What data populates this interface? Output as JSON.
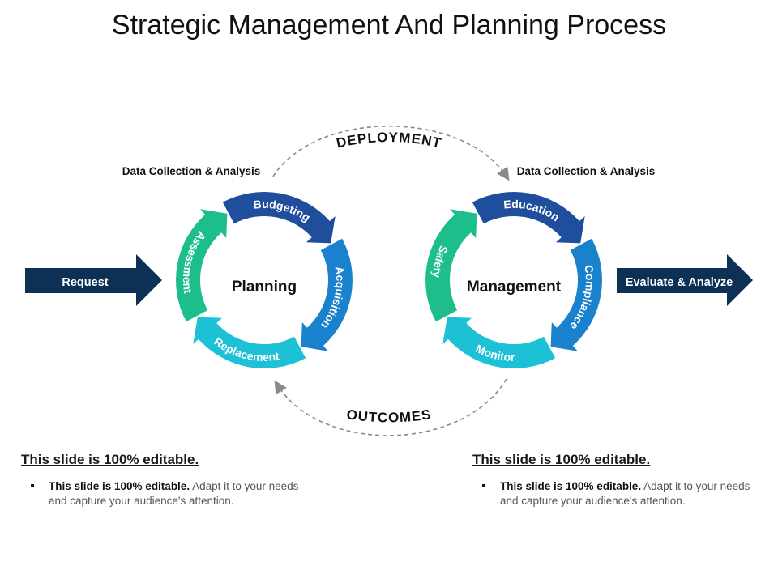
{
  "title": "Strategic Management And Planning Process",
  "input_label": "Request",
  "output_label": "Evaluate & Analyze",
  "top_link": "DEPLOYMENT",
  "bottom_link": "OUTCOMES",
  "left_cycle": {
    "center": "Planning",
    "caption": "Data Collection & Analysis",
    "steps": [
      "Budgeting",
      "Acquisition",
      "Replacement",
      "Assessment"
    ]
  },
  "right_cycle": {
    "center": "Management",
    "caption": "Data Collection & Analysis",
    "steps": [
      "Education",
      "Compliance",
      "Monitor",
      "Safety"
    ]
  },
  "colors": {
    "navy": "#0d3055",
    "dark_blue": "#1e4e9c",
    "blue": "#1a82cc",
    "cyan": "#1cc1d6",
    "green": "#1dbe8c"
  },
  "notes": [
    {
      "heading": "This slide is 100% editable",
      "bold": "This slide is 100% editable.",
      "text": " Adapt it to your needs and capture your audience's attention."
    },
    {
      "heading": "This slide is 100% editable",
      "bold": "This slide is 100% editable.",
      "text": " Adapt it to your needs and capture your audience's attention."
    }
  ]
}
